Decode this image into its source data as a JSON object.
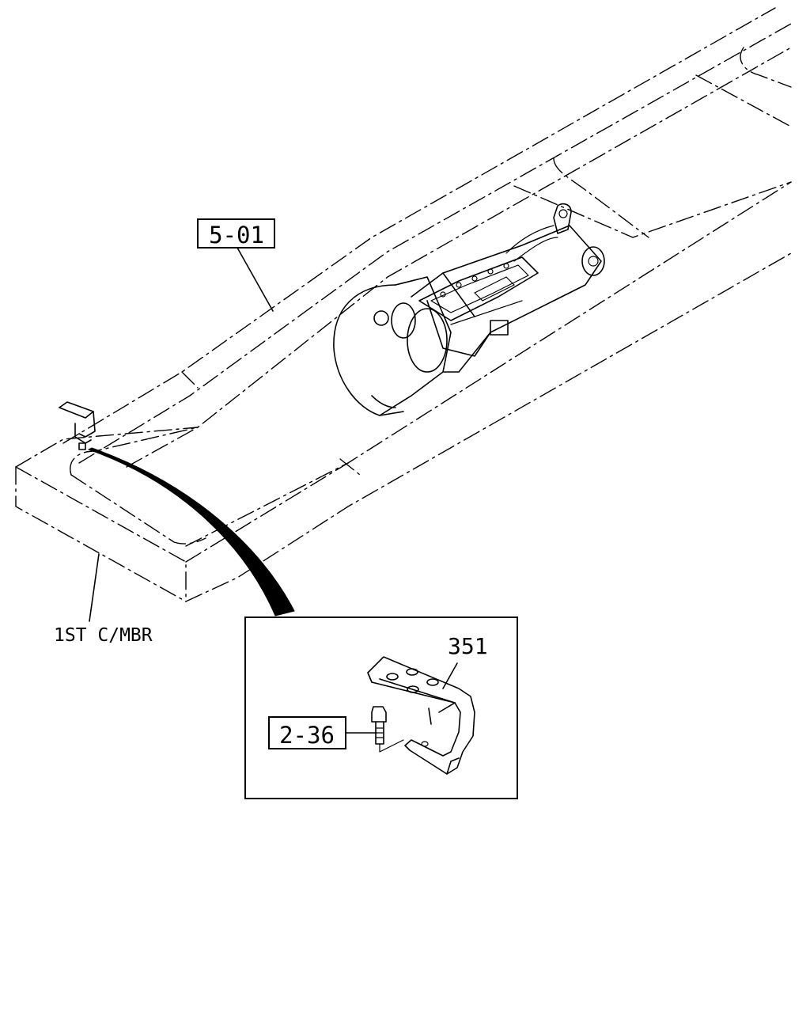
{
  "callouts": {
    "frame_ref": "5-01",
    "crossmember": "1ST C/MBR",
    "bracket_part": "351",
    "bolt_ref": "2-36"
  }
}
